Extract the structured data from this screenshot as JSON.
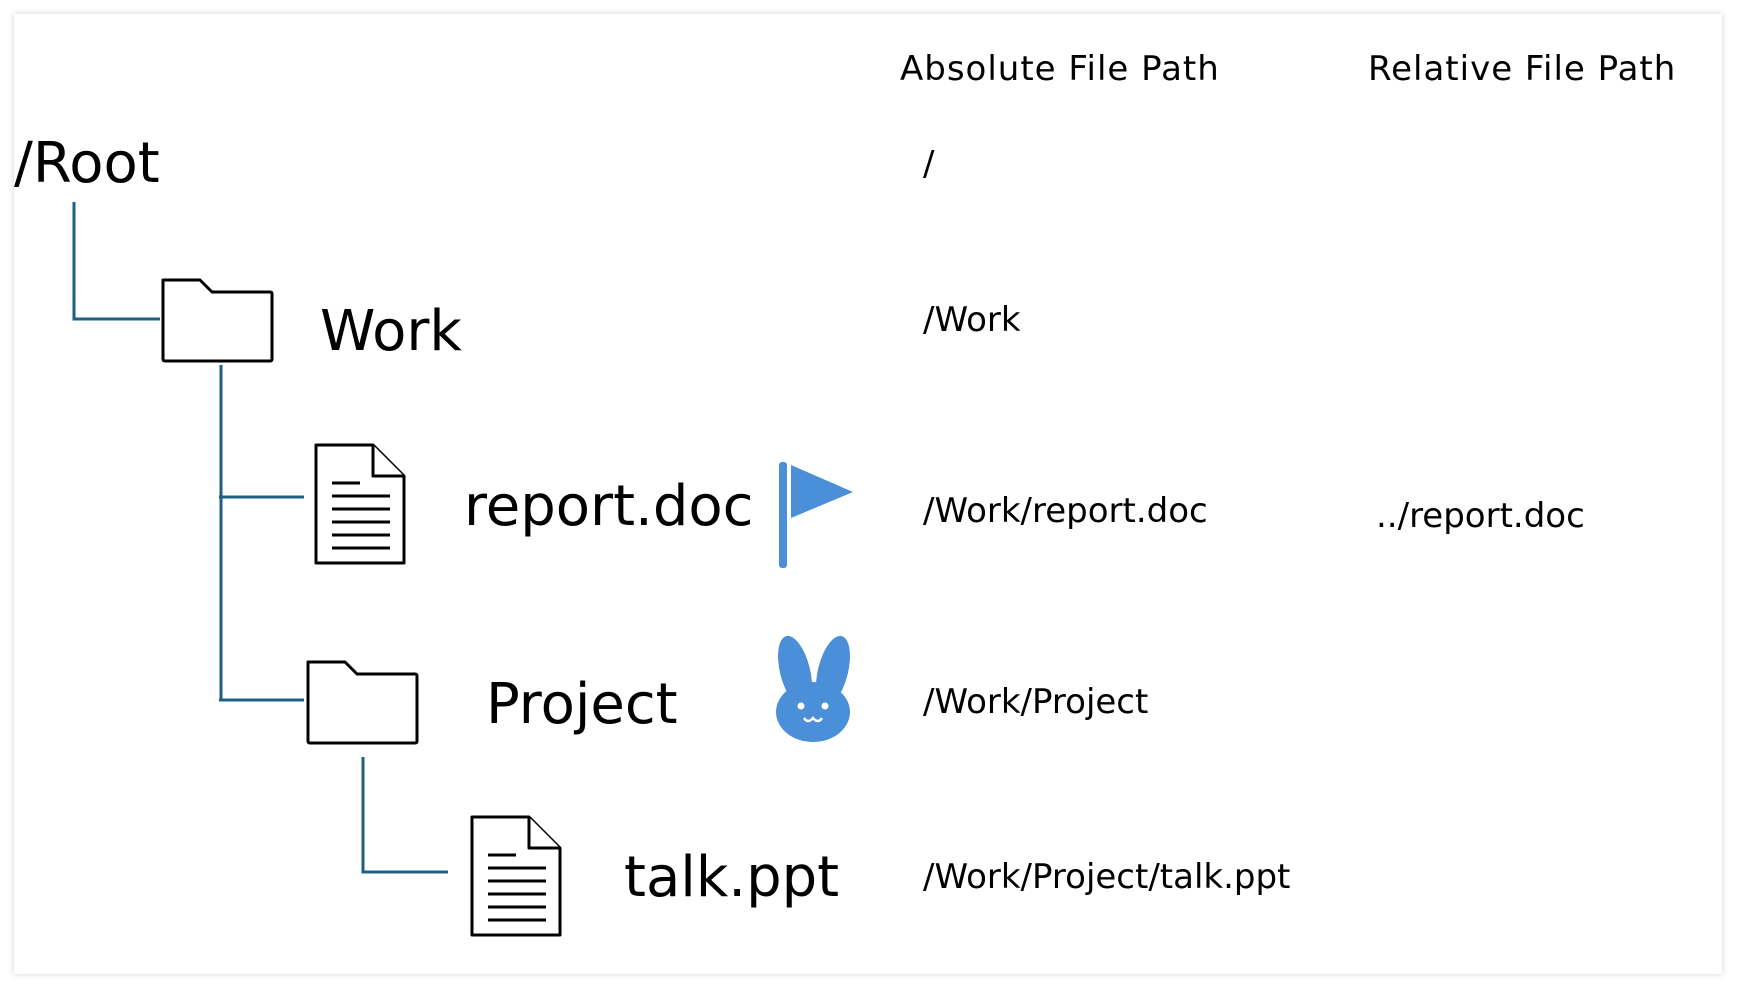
{
  "headers": {
    "absolute": "Absolute File Path",
    "relative": "Relative File Path"
  },
  "tree": {
    "root": "/Root",
    "work": "Work",
    "report": "report.doc",
    "project": "Project",
    "talk": "talk.ppt"
  },
  "absolute_paths": {
    "root": "/",
    "work": "/Work",
    "report": "/Work/report.doc",
    "project": "/Work/Project",
    "talk": "/Work/Project/talk.ppt"
  },
  "relative_paths": {
    "report": "../report.doc"
  },
  "icons": {
    "work": "folder-icon",
    "report": "document-icon",
    "project": "folder-icon",
    "talk": "document-icon",
    "marker_report": "flag-icon",
    "marker_project": "rabbit-icon"
  },
  "colors": {
    "connector": "#1f5f86",
    "marker": "#4a8fd8"
  }
}
